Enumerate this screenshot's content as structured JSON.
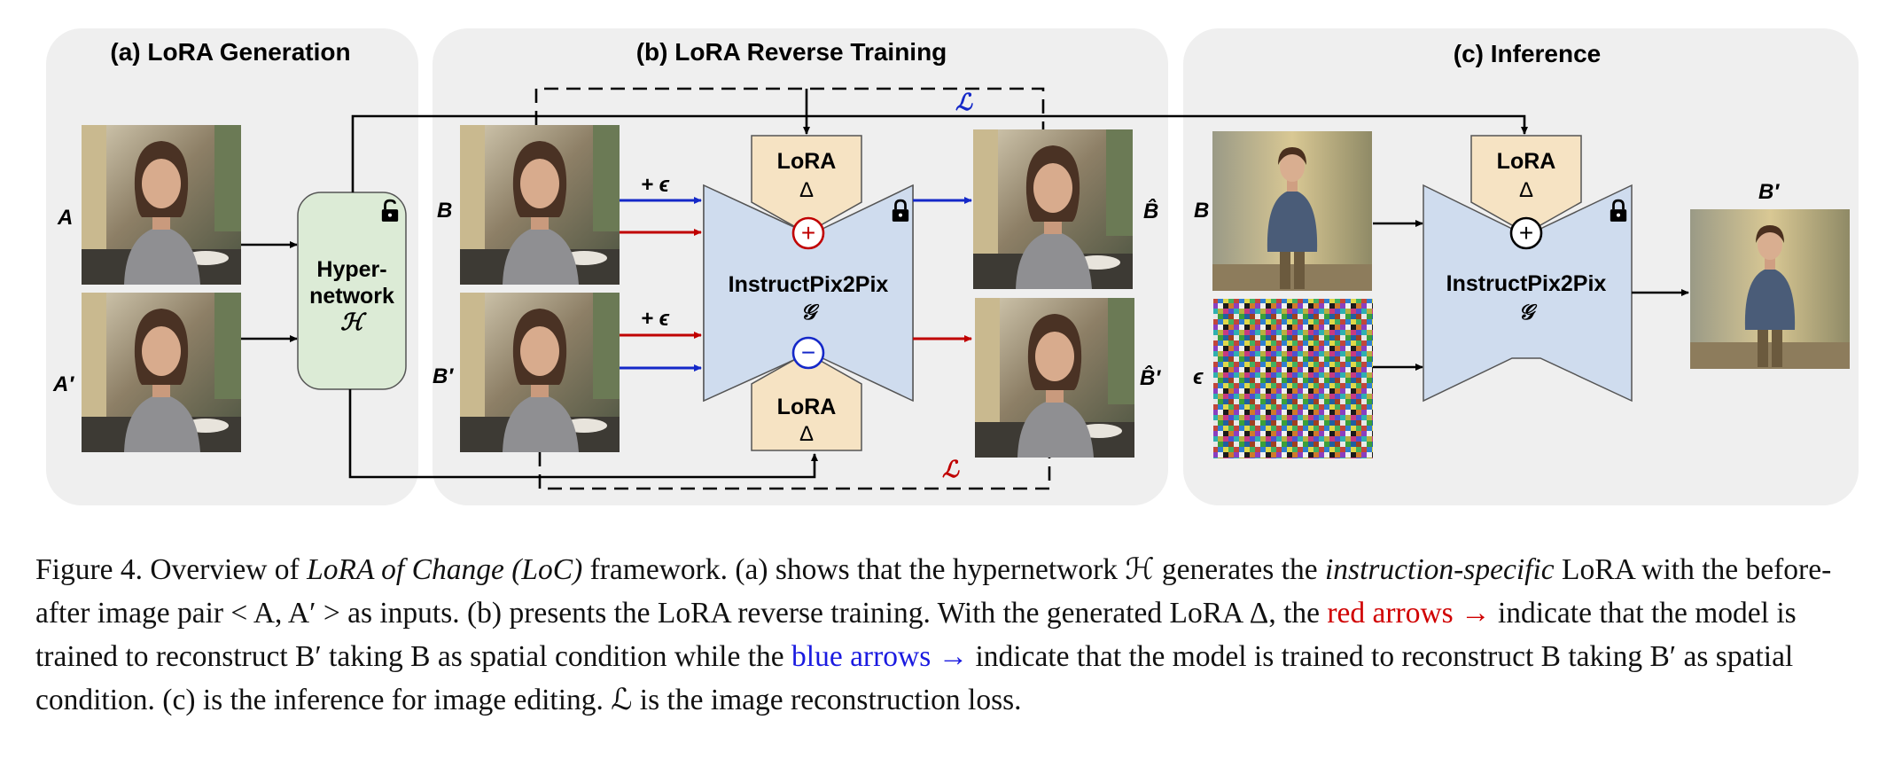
{
  "panels": {
    "a_title": "(a) LoRA Generation",
    "b_title": "(b) LoRA Reverse Training",
    "c_title": "(c) Inference"
  },
  "labels": {
    "A": "A",
    "A_prime": "A′",
    "B": "B",
    "B_prime": "B′",
    "B_hat": "B̂",
    "B_prime_hat": "B̂′",
    "epsilon": "ϵ",
    "plus_eps": "+ ϵ",
    "loss": "ℒ"
  },
  "hypernetwork": {
    "line1": "Hyper-",
    "line2": "network",
    "symbol": "ℋ"
  },
  "model": {
    "name": "InstructPix2Pix",
    "symbol": "𝒢"
  },
  "lora": {
    "name": "LoRA",
    "symbol": "Δ"
  },
  "ops": {
    "plus": "+",
    "minus": "−"
  },
  "colors": {
    "panel_bg": "#efefef",
    "hyper_fill": "#dcebd6",
    "model_fill": "#cfdcee",
    "lora_fill": "#f6e3c3",
    "red": "#c00000",
    "blue": "#1428c8"
  },
  "caption": {
    "fig": "Figure 4.",
    "t1": " Overview of ",
    "loc": "LoRA of Change (LoC)",
    "t2": " framework. (a) shows that the hypernetwork ℋ generates the ",
    "spec": "instruction-specific",
    "t3": " LoRA with the before-after image pair < A, A′ > as inputs. (b) presents the LoRA reverse training. With the generated LoRA Δ, the ",
    "red": "red arrows →",
    "t4": " indicate that the model is trained to reconstruct B′ taking B as spatial condition while the ",
    "blue": "blue arrows →",
    "t5": " indicate that the model is trained to reconstruct B taking B′ as spatial condition. (c) is the inference for image editing. ℒ is the image reconstruction loss."
  }
}
